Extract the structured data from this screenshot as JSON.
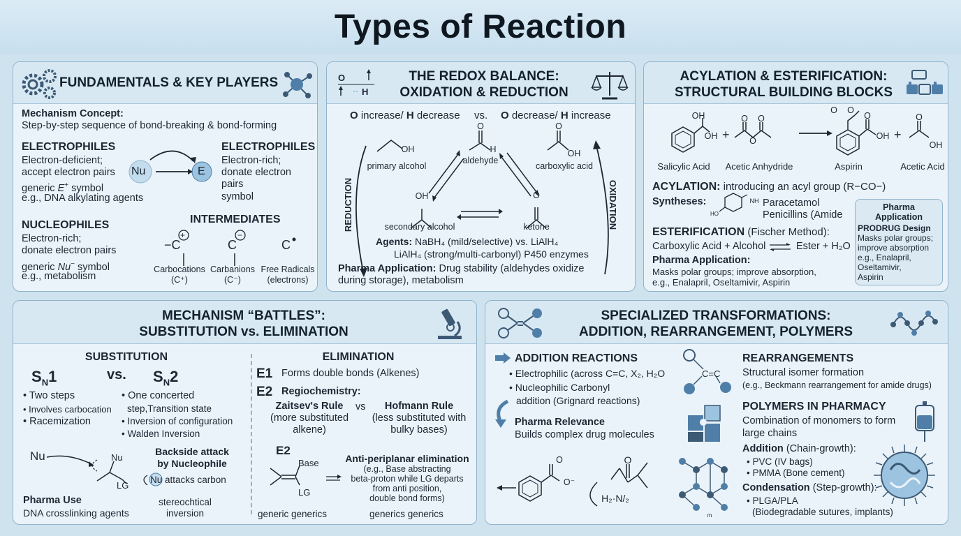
{
  "title": "Types of Reaction",
  "fundamentals": {
    "heading": "FUNDAMENTALS & KEY PLAYERS",
    "mechanism_label": "Mechanism Concept:",
    "mechanism_text": "Step-by-step sequence of bond-breaking & bond-forming",
    "left_head": "ELECTROPHILES",
    "left_l1": "Electron-deficient;",
    "left_l2": "accept electron pairs",
    "left_l3a": "generic ",
    "left_l3b": "E",
    "left_l3c": "+",
    "left_l3d": " symbol",
    "left_l4": "e.g., DNA alkylating agents",
    "nu_label": "Nu",
    "e_label": "E",
    "right_head": "ELECTROPHILES",
    "right_l1": "Electron-rich;",
    "right_l2": "donate electron",
    "right_l3": "pairs",
    "right_l4": "symbol",
    "nuc_head": "NUCLEOPHILES",
    "nuc_l1": "Electron-rich;",
    "nuc_l2": "donate electron pairs",
    "nuc_l3a": "generic ",
    "nuc_l3b": "Nu",
    "nuc_l3c": "−",
    "nuc_l3d": " symbol",
    "nuc_l4": "e.g., metabolism",
    "inter_head": "INTERMEDIATES",
    "cation_name": "Carbocations",
    "cation_note": "(C⁺)",
    "anion_name": "Carbanions",
    "anion_note": "(C⁻)",
    "radical_name": "Free Radicals",
    "radical_note": "(electrons)",
    "c_symbol": "C",
    "plus_sign": "+",
    "minus_sign": "−"
  },
  "redox": {
    "heading_l1": "THE REDOX BALANCE:",
    "heading_l2": "OXIDATION & REDUCTION",
    "icon_o": "O",
    "icon_h": "H",
    "ox_rule_o": "O",
    "ox_rule_rest": " increase/ ",
    "ox_rule_h": "H",
    "ox_rule_end": " decrease",
    "vs": "vs.",
    "red_rule_o": "O",
    "red_rule_rest": " decrease/ ",
    "red_rule_h": "H",
    "red_rule_end": " increase",
    "reduction_label": "REDUCTION",
    "oxidation_label": "OXIDATION",
    "primary_alcohol": "primary alcohol",
    "aldehyde": "aldehyde",
    "carboxylic_acid": "carboxylic acid",
    "secondary_alcohol": "secondary alcohol",
    "ketone": "ketone",
    "oh": "OH",
    "o": "O",
    "h": "H",
    "agents_label": "Agents:",
    "agents_l1": " NaBH₄ (mild/selective) vs. LiAlH₄",
    "agents_l2": "LiAlH₄ (strong/multi-carbonyl) P450 enzymes",
    "pharma_label": "Pharma Application:",
    "pharma_l1": " Drug stability (aldehydes oxidize",
    "pharma_l2": "during storage), metabolism"
  },
  "acylation": {
    "heading_l1": "ACYLATION & ESTERIFICATION:",
    "heading_l2": "STRUCTURAL BUILDING BLOCKS",
    "salicylic": "Salicylic Acid",
    "acetic_anhydride": "Acetic Anhydride",
    "aspirin": "Aspirin",
    "acetic_acid": "Acetic Acid",
    "plus": "+",
    "oh": "OH",
    "o": "O",
    "acyl_label": "ACYLATION:",
    "acyl_text": " introducing an acyl group (R−CO−)",
    "syn_label": "Syntheses:",
    "nh": "NH",
    "ho": "HO",
    "syn_l1": "Paracetamol",
    "syn_l2": "Penicillins (Amide",
    "ester_label": "ESTERIFICATION",
    "ester_text": " (Fischer Method):",
    "ester_eq_left": "Carboxylic Acid + Alcohol",
    "ester_eq_right": "Ester + H₂O",
    "pharma_label": "Pharma Application:",
    "pharma_l1": "Masks polar groups; improve absorption,",
    "pharma_l2": "e.g., Enalapril, Oseltamivir, Aspirin",
    "box_head_l1": "Pharma",
    "box_head_l2": "Application",
    "box_sub": "PRODRUG Design",
    "box_l1": "Masks polar groups;",
    "box_l2": "improve absorption",
    "box_l3": "e.g., Enalapril,",
    "box_l4": "Oseltamivir,",
    "box_l5": "Aspirin"
  },
  "mechanism": {
    "heading_l1": "MECHANISM “BATTLES”:",
    "heading_l2": "SUBSTITUTION vs. ELIMINATION",
    "sub_head": "SUBSTITUTION",
    "sn": "S",
    "sub_n": "N",
    "one": "1",
    "two": "2",
    "vs": "vs.",
    "sn1_l1": "• Two steps",
    "sn1_l2": "• Involves carbocation",
    "sn1_l3": "• Racemization",
    "sn2_l1": "• One concerted",
    "sn2_l2": "step,Transition state",
    "sn2_l3": "• Inversion of configuration",
    "sn2_l4": "• Walden Inversion",
    "nu": "Nu",
    "lg": "LG",
    "backside_l1": "Backside attack",
    "backside_l2": "by Nucleophile",
    "attack_text": " attacks carbon",
    "pharma_use": "Pharma Use",
    "pharma_use_text": "DNA crosslinking agents",
    "stereo_l1": "stereochtical",
    "stereo_l2": "inversion",
    "elim_head": "ELIMINATION",
    "e1": "E1",
    "e1_text": "Forms double bonds (Alkenes)",
    "e2": "E2",
    "regio": "Regiochemistry:",
    "zaitsev": "Zaitsev's Rule",
    "zaitsev_l1": "(more substituted",
    "zaitsev_l2": "alkene)",
    "elim_vs": "vs",
    "hofmann": "Hofmann Rule",
    "hofmann_l1": "(less substituted with",
    "hofmann_l2": "bulky bases)",
    "base": "Base",
    "anti_head": "Anti-periplanar elimination",
    "anti_l1": "(e.g., Base abstracting",
    "anti_l2": "beta-proton while LG departs",
    "anti_l3": "from anti position,",
    "anti_l4": "double bond forms)",
    "generic_left": "generic generics",
    "generic_right": "generics generics"
  },
  "special": {
    "heading_l1": "SPECIALIZED TRANSFORMATIONS:",
    "heading_l2": "ADDITION, REARRANGEMENT, POLYMERS",
    "add_head": "ADDITION REACTIONS",
    "add_l1": "• Electrophilic (across C=C, X₂, H₂O",
    "add_l2": "• Nucleophilic Carbonyl",
    "add_l3": "addition (Grignard reactions)",
    "relevance_head": "Pharma Relevance",
    "relevance_text": "Builds complex drug molecules",
    "o": "O",
    "o_minus": "O⁻",
    "h2n": "H₂·N/₂",
    "rearr_head": "REARRANGEMENTS",
    "rearr_l1": "Structural isomer formation",
    "rearr_l2": "(e.g., Beckmann rearrangement for amide drugs)",
    "c_eq_c": "C=C",
    "poly_head": "POLYMERS IN PHARMACY",
    "poly_l1": "Combination of monomers to form",
    "poly_l2": "large chains",
    "addition_label": "Addition",
    "addition_text": " (Chain-growth):",
    "pvc": "• PVC (IV bags)",
    "pmma": "• PMMA (Bone cement)",
    "cond_label": "Condensation",
    "cond_text": " (Step-growth):",
    "plga": "• PLGA/PLA",
    "plga_note": "(Biodegradable sutures, implants)",
    "m_label": "m"
  },
  "colors": {
    "panel_bg": "#eaf3f9",
    "header_bg": "#d7e8f3",
    "border": "#8fb3cc",
    "node_blue": "#4f7fa8"
  }
}
